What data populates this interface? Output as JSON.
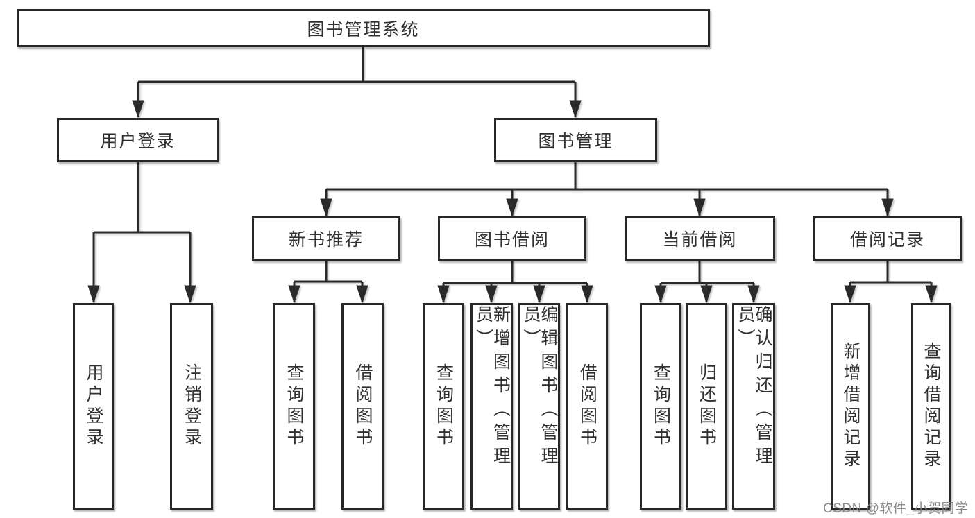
{
  "diagram": {
    "type": "tree",
    "root": {
      "label": "图书管理系统",
      "children": [
        {
          "label": "用户登录",
          "children": [
            {
              "label": "用户登录"
            },
            {
              "label": "注销登录"
            }
          ]
        },
        {
          "label": "图书管理",
          "children": [
            {
              "label": "新书推荐",
              "children": [
                {
                  "label": "查询图书"
                },
                {
                  "label": "借阅图书"
                }
              ]
            },
            {
              "label": "图书借阅",
              "children": [
                {
                  "label": "查询图书"
                },
                {
                  "label": "新增图书（管理员）"
                },
                {
                  "label": "编辑图书（管理员）"
                },
                {
                  "label": "借阅图书"
                }
              ]
            },
            {
              "label": "当前借阅",
              "children": [
                {
                  "label": "查询图书"
                },
                {
                  "label": "归还图书"
                },
                {
                  "label": "确认归还（管理员）"
                }
              ]
            },
            {
              "label": "借阅记录",
              "children": [
                {
                  "label": "新增借阅记录"
                },
                {
                  "label": "查询借阅记录"
                }
              ]
            }
          ]
        }
      ]
    },
    "colors": {
      "line": "#2a2a2a",
      "box_border": "#272727",
      "text": "#303030",
      "background": "#ffffff",
      "watermark": "#808080"
    }
  },
  "watermark": {
    "text": "CSDN @软件_小贺同学"
  }
}
